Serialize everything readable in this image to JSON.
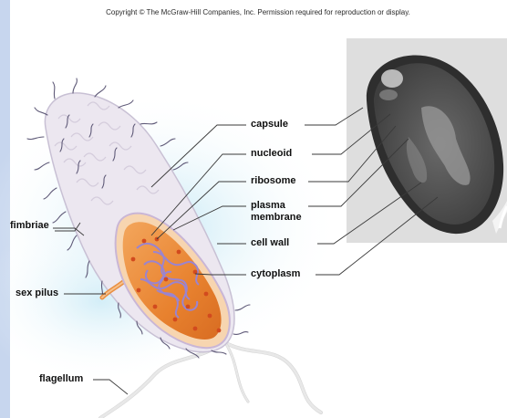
{
  "copyright": "Copyright © The McGraw-Hill Companies, Inc. Permission required for reproduction or display.",
  "labels": {
    "capsule": "capsule",
    "nucleoid": "nucleoid",
    "ribosome": "ribosome",
    "plasma_line1": "plasma",
    "plasma_line2": "membrane",
    "cell_wall": "cell wall",
    "cytoplasm": "cytoplasm",
    "fimbriae": "fimbriae",
    "sex_pilus": "sex pilus",
    "flagellum": "flagellum"
  },
  "colors": {
    "sidebar": "#c7d6ee",
    "capsule": "#ece7f0",
    "cell_wall": "#f4c59a",
    "cytoplasm": "#ec8c3c",
    "nucleoid": "#9a84d0",
    "ribosome": "#d24a1e",
    "micrograph_bg": "#d9d9d9"
  }
}
